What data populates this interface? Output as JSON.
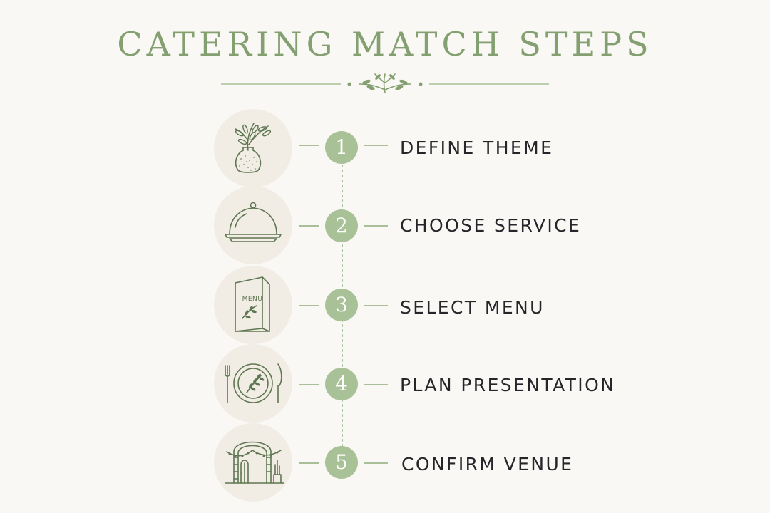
{
  "title": "CATERING MATCH STEPS",
  "colors": {
    "accent": "#84a070",
    "badge": "#a9c196",
    "icon_bg": "#f2ede4",
    "icon_stroke": "#5e7752",
    "text": "#26262a",
    "background": "#faf8f5"
  },
  "steps": [
    {
      "number": "1",
      "label": "DEFINE THEME",
      "icon": "vase-with-branch-icon"
    },
    {
      "number": "2",
      "label": "CHOOSE SERVICE",
      "icon": "cloche-icon"
    },
    {
      "number": "3",
      "label": "SELECT MENU",
      "icon": "menu-card-icon",
      "icon_text": "MENU"
    },
    {
      "number": "4",
      "label": "PLAN PRESENTATION",
      "icon": "plate-setting-icon"
    },
    {
      "number": "5",
      "label": "CONFIRM VENUE",
      "icon": "venue-arch-icon"
    }
  ]
}
